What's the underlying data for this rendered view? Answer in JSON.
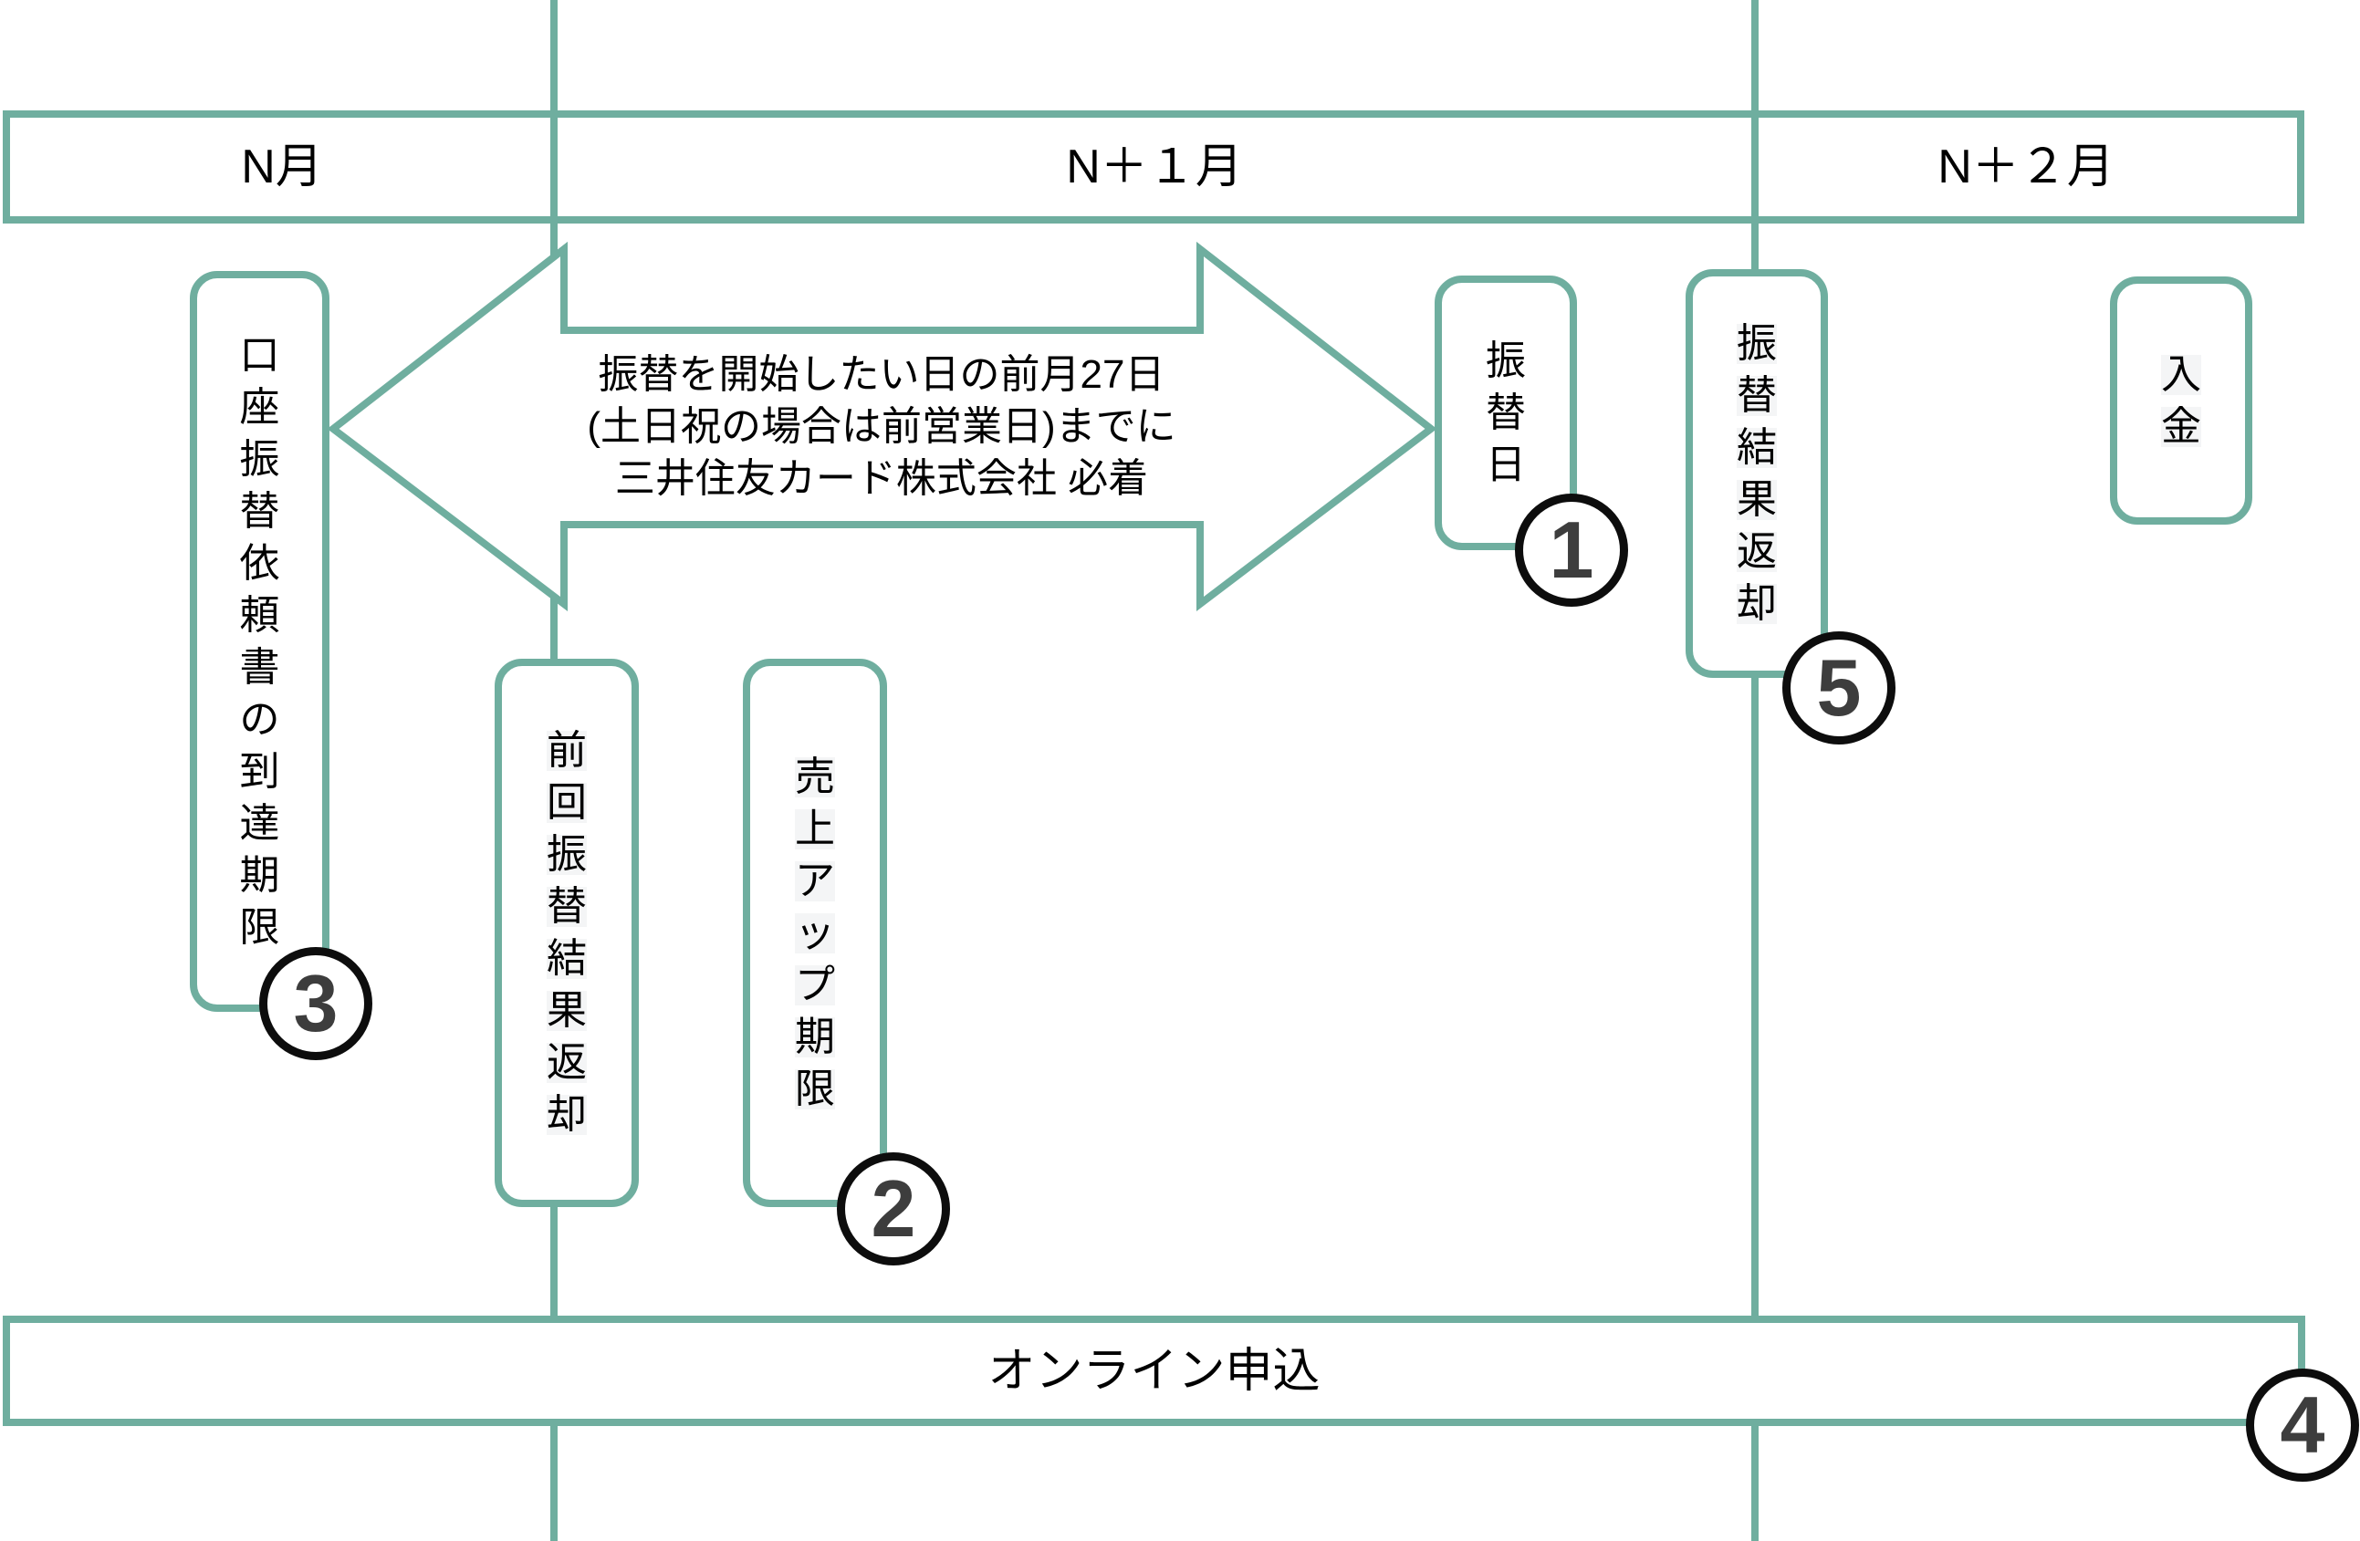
{
  "colors": {
    "accent": "#6FAE9F",
    "circle_ring": "#0D0D0D",
    "circle_digit": "#3D3D3D"
  },
  "header": {
    "columns": [
      {
        "label": "N月"
      },
      {
        "label": "N＋１月"
      },
      {
        "label": "N＋２月"
      }
    ]
  },
  "arrow": {
    "line1": "振替を開始したい日の前月27日",
    "line2": "(土日祝の場合は前営業日)までに",
    "line3": "三井住友カード株式会社 必着"
  },
  "boxes": {
    "request_deadline": {
      "label": "口座振替依頼書の到達期限",
      "number": "3"
    },
    "prev_result": {
      "label": "前回振替結果返却"
    },
    "sales_up": {
      "label": "売上アップ期限",
      "number": "2"
    },
    "transfer_day": {
      "label": "振替日",
      "number": "1"
    },
    "transfer_result": {
      "label": "振替結果返却",
      "number": "5"
    },
    "deposit": {
      "label": "入金"
    }
  },
  "bottom_bar": {
    "label": "オンライン申込",
    "number": "4"
  }
}
